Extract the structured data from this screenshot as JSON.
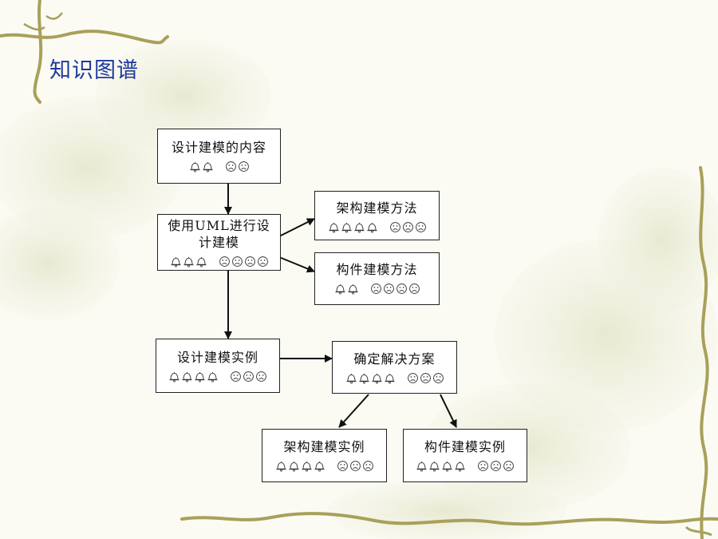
{
  "title": "知识图谱",
  "nodes": {
    "content": {
      "label": "设计建模的内容",
      "bells": 2,
      "faces": 2
    },
    "uml": {
      "label1": "使用UML进行设",
      "label2": "计建模",
      "bells": 3,
      "faces": 4
    },
    "arch_method": {
      "label": "架构建模方法",
      "bells": 4,
      "faces": 3
    },
    "comp_method": {
      "label": "构件建模方法",
      "bells": 2,
      "faces": 4
    },
    "design_example": {
      "label": "设计建模实例",
      "bells": 4,
      "faces": 3
    },
    "solution": {
      "label": "确定解决方案",
      "bells": 4,
      "faces": 3
    },
    "arch_example": {
      "label": "架构建模实例",
      "bells": 4,
      "faces": 3
    },
    "comp_example": {
      "label": "构件建模实例",
      "bells": 4,
      "faces": 3
    }
  },
  "icons": {
    "bell": "bell-icon",
    "face": "frown-face-icon"
  },
  "colors": {
    "title": "#1e3a9e",
    "vine": "#a9a05a",
    "border": "#222222"
  }
}
